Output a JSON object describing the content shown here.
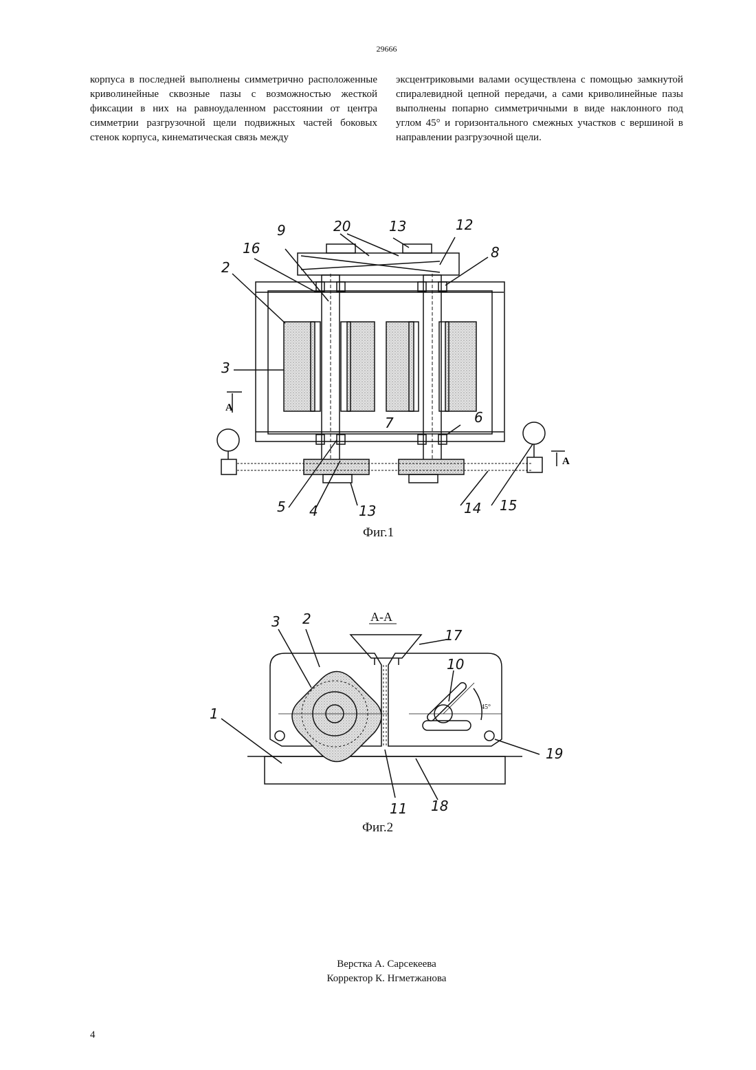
{
  "header": {
    "patent_number": "29666"
  },
  "body_text": {
    "left_column": "корпуса в последней выполнены симметрично расположенные криволинейные сквозные пазы с возможностью жесткой фиксации в них на равноудаленном расстоянии от центра симметрии разгрузочной щели подвижных частей боковых стенок корпуса, кинематическая связь между",
    "right_column": "эксцентриковыми валами осуществлена с помощью замкнутой спиралевидной цепной передачи, а сами криволинейные пазы выполнены попарно симметричными в виде наклонного под углом 45° и горизонтального смежных участков с вершиной в направлении разгрузочной щели."
  },
  "figure1": {
    "caption": "Фиг.1",
    "section_mark": "А",
    "labels": {
      "l9": "9",
      "l20": "20",
      "l13_top": "13",
      "l12": "12",
      "l16": "16",
      "l8": "8",
      "l2": "2",
      "l3": "3",
      "l7": "7",
      "l6": "6",
      "l5": "5",
      "l4": "4",
      "l13_bottom": "13",
      "l14": "14",
      "l15": "15"
    }
  },
  "figure2": {
    "caption": "Фиг.2",
    "section_title": "А-А",
    "angle": "45°",
    "labels": {
      "l3": "3",
      "l2": "2",
      "l17": "17",
      "l10": "10",
      "l1": "1",
      "l19": "19",
      "l11": "11",
      "l18": "18"
    }
  },
  "footer": {
    "layout": "Верстка А. Сарсекеева",
    "corrector": "Корректор К. Нгметжанова",
    "page_number": "4"
  }
}
